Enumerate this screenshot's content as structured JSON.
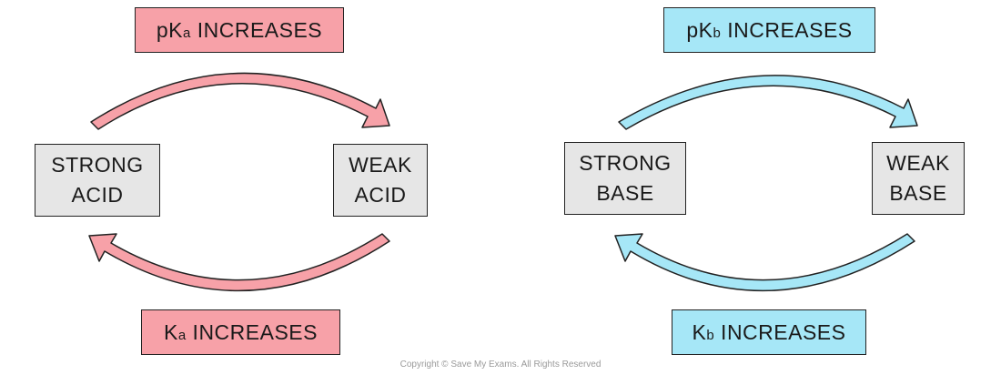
{
  "acid": {
    "top_label": {
      "prefix": "pK",
      "sub": "a",
      "suffix": " INCREASES"
    },
    "bottom_label": {
      "prefix": "K",
      "sub": "a",
      "suffix": " INCREASES"
    },
    "strong": [
      "STRONG",
      "ACID"
    ],
    "weak": [
      "WEAK",
      "ACID"
    ]
  },
  "base": {
    "top_label": {
      "prefix": "pK",
      "sub": "b",
      "suffix": " INCREASES"
    },
    "bottom_label": {
      "prefix": "K",
      "sub": "b",
      "suffix": " INCREASES"
    },
    "strong": [
      "STRONG",
      "BASE"
    ],
    "weak": [
      "WEAK",
      "BASE"
    ]
  },
  "copyright": "Copyright © Save My Exams. All Rights Reserved",
  "colors": {
    "acid_fill": "#f7a1a8",
    "base_fill": "#a6e7f7",
    "box_fill": "#e6e6e6",
    "outline": "#222222"
  }
}
